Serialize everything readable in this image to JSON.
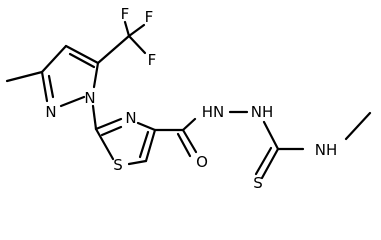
{
  "molecule": {
    "atoms": {
      "f_top": "F",
      "f_right": "F",
      "f_lower": "F",
      "n_pyrazole_1": "N",
      "n_pyrazole_2": "N",
      "n_thiazole": "N",
      "s_thiazole": "S",
      "o_carbonyl": "O",
      "hn_hydrazide_1": "HN",
      "nh_hydrazide_2": "NH",
      "nh_methylamine": "NH",
      "s_thione": "S"
    }
  }
}
